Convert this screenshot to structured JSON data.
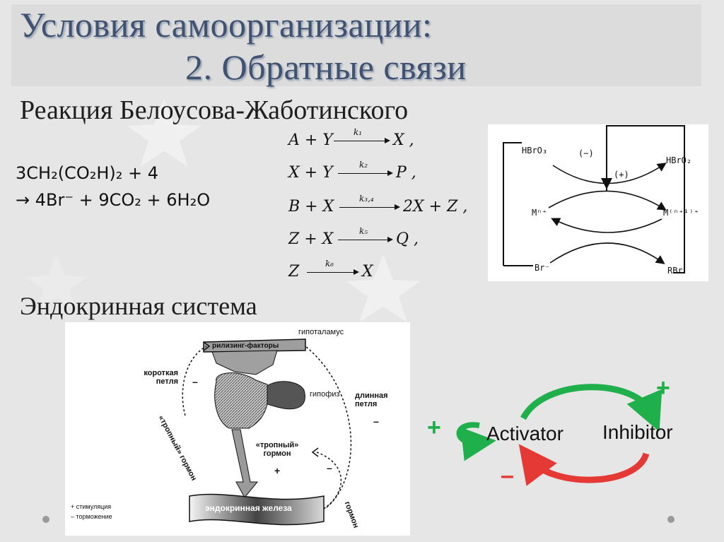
{
  "title": {
    "line1": "Условия самоорганизации:",
    "line2": "2. Обратные связи"
  },
  "headings": {
    "bz_reaction": "Реакция Белоусова-Жаботинского",
    "endocrine": "Эндокринная система"
  },
  "overall_equation": {
    "line1": "3CH₂(CO₂H)₂ + 4",
    "line2": "→ 4Br⁻ + 9CO₂ + 6H₂O"
  },
  "reaction_steps": [
    {
      "left": "A + Y",
      "rate": "k₁",
      "right": "X ,"
    },
    {
      "left": "X + Y",
      "rate": "k₂",
      "right": "P ,"
    },
    {
      "left": "B + X",
      "rate": "k₃,₄",
      "right": "2X + Z ,"
    },
    {
      "left": "Z + X",
      "rate": "k₅",
      "right": "Q ,"
    },
    {
      "left": "Z",
      "rate": "k₆",
      "right": "X"
    }
  ],
  "bz_cycle": {
    "hbro3": "HBrO₃",
    "minus": "(−)",
    "plus": "(+)",
    "hbro2": "HBrO₂",
    "mn": "Mⁿ⁺",
    "mn1": "M⁽ⁿ⁺¹⁾⁺",
    "br": "Br⁻",
    "rbr": "RBr"
  },
  "endocrine_diagram": {
    "hypothalamus": "гипоталамус",
    "releasing": "рилизинг-факторы",
    "short_loop": "короткая петля",
    "short_sign": "–",
    "pituitary": "гипофиз",
    "long_loop": "длинная петля",
    "long_sign": "–",
    "tropic_italic": "«тропный» гормон",
    "tropic_center": "«тропный» гормон",
    "tropic_plus": "+",
    "tropic_minus": "–",
    "gland": "эндокринная железа",
    "hormone": "гормон",
    "legend_plus": "+ стимуляция",
    "legend_minus": "– торможение"
  },
  "activator_inhibitor": {
    "activator": "Activator",
    "inhibitor": "Inhibitor",
    "plus_top": "+",
    "plus_left": "+",
    "minus_bottom": "–",
    "colors": {
      "positive": "#1fb04b",
      "negative": "#e53935"
    }
  }
}
